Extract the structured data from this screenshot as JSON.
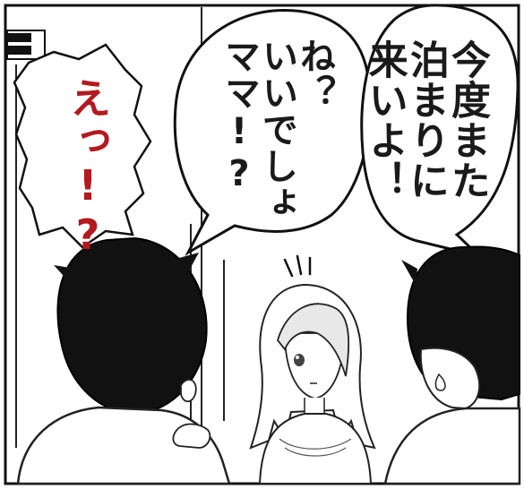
{
  "comic": {
    "speech_right": "今度また\n泊まりに\n来いよ！",
    "speech_middle": "ね？\nいいでしょ\nママ!?",
    "exclamation_left": "えっ!?",
    "colors": {
      "ink": "#111111",
      "exclamation": "#b3191f",
      "paper": "#ffffff"
    }
  }
}
